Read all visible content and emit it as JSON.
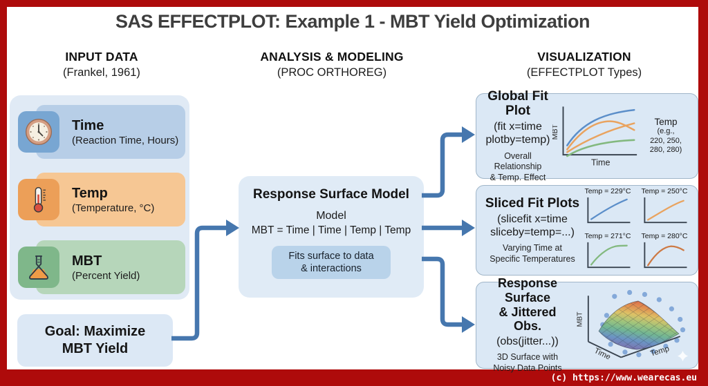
{
  "title": "SAS EFFECTPLOT: Example 1 - MBT Yield Optimization",
  "columns": {
    "input": {
      "title": "INPUT DATA",
      "subtitle": "(Frankel, 1961)"
    },
    "analysis": {
      "title": "ANALYSIS & MODELING",
      "subtitle": "(PROC ORTHOREG)"
    },
    "visualization": {
      "title": "VISUALIZATION",
      "subtitle": "(EFFECTPLOT Types)"
    }
  },
  "inputs": [
    {
      "name": "Time",
      "desc": "(Reaction Time, Hours)",
      "icon": "clock-icon"
    },
    {
      "name": "Temp",
      "desc": "(Temperature, °C)",
      "icon": "thermometer-icon"
    },
    {
      "name": "MBT",
      "desc": "(Percent Yield)",
      "icon": "flask-icon"
    }
  ],
  "goal": {
    "line1": "Goal: Maximize",
    "line2": "MBT Yield"
  },
  "model": {
    "title": "Response Surface Model",
    "label": "Model",
    "formula": "MBT = Time | Time | Temp | Temp",
    "note_line1": "Fits surface to data",
    "note_line2": "& interactions"
  },
  "viz": [
    {
      "title": "Global Fit Plot",
      "syntax1": "(fit x=time",
      "syntax2": "plotby=temp)",
      "caption1": "Overall Relationship",
      "caption2": "& Temp. Effect",
      "chart": {
        "ylabel": "MBT",
        "xlabel": "Time",
        "legend_title": "Temp",
        "legend_lines": [
          "(e.g.,",
          "220, 250,",
          "280, 280)"
        ]
      }
    },
    {
      "title": "Sliced Fit Plots",
      "syntax1": "(slicefit x=time",
      "syntax2": "sliceby=temp=...)",
      "caption1": "Varying Time at",
      "caption2": "Specific Temperatures",
      "slices": [
        {
          "label": "Temp = 229°C",
          "color": "#5b8ec9"
        },
        {
          "label": "Temp = 250°C",
          "color": "#e9a35f"
        },
        {
          "label": "Temp = 271°C",
          "color": "#83b97f"
        },
        {
          "label": "Temp = 280°C",
          "color": "#cd7a45"
        }
      ]
    },
    {
      "title_line1": "Response Surface",
      "title_line2": "& Jittered Obs.",
      "syntax": "(obs(jitter...))",
      "caption1": "3D Surface with",
      "caption2": "Noisy Data Points",
      "axes": {
        "y": "MBT",
        "x1": "Time",
        "x2": "Temp"
      }
    }
  ],
  "footer": {
    "copyright": "(c) https://www.wearecas.eu"
  },
  "palette": {
    "frame_red": "#ae0b0b",
    "arrow_blue": "#4677ae",
    "panel_fill": "#dbe8f5",
    "time_card": "#b7cee7",
    "time_tile": "#78a6d2",
    "temp_card": "#f6c794",
    "temp_tile": "#ec9f58",
    "mbt_card": "#b6d6ba",
    "mbt_tile": "#7fb78a",
    "curve_blue": "#5b8ec9",
    "curve_orange": "#e9a35f",
    "curve_green": "#83b97f",
    "curve_dark_orange": "#cd7a45"
  }
}
